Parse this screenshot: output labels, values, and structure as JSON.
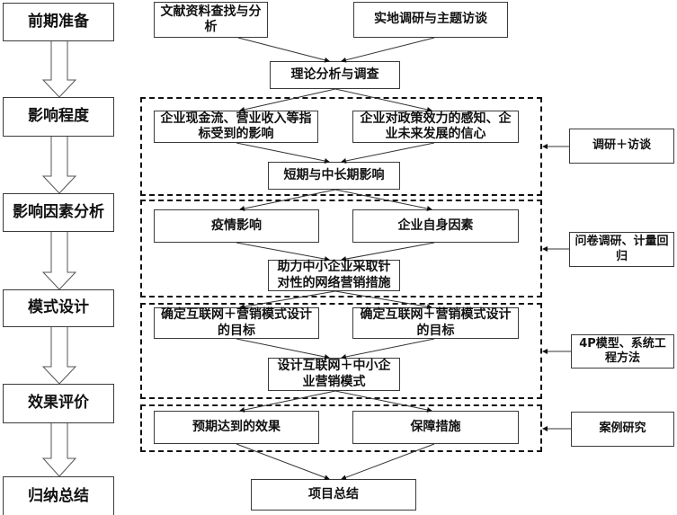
{
  "stages": [
    {
      "label": "前期准备"
    },
    {
      "label": "影响程度"
    },
    {
      "label": "影响因素分析"
    },
    {
      "label": "模式设计"
    },
    {
      "label": "效果评价"
    },
    {
      "label": "归纳总结"
    }
  ],
  "flow": {
    "top_left": "文献资料查找与分析",
    "top_right": "实地调研与主题访谈",
    "theory": "理论分析与调查",
    "impact_left": "企业现金流、营业收入等指标受到的影响",
    "impact_right": "企业对政策效力的感知、企业未来发展的信心",
    "impact_merge": "短期与中长期影响",
    "factor_left": "疫情影响",
    "factor_right": "企业自身因素",
    "factor_merge": "助力中小企业采取针对性的网络营销措施",
    "design_left": "确定互联网＋营销模式设计的目标",
    "design_right": "确定互联网＋营销模式设计的目标",
    "design_merge": "设计互联网＋中小企业营销模式",
    "eval_left": "预期达到的效果",
    "eval_right": "保障措施",
    "summary": "项目总结"
  },
  "methods": [
    {
      "label": "调研＋访谈"
    },
    {
      "label": "问卷调研、计量回归"
    },
    {
      "label": "4P模型、系统工程方法"
    },
    {
      "label": "案例研究"
    }
  ]
}
